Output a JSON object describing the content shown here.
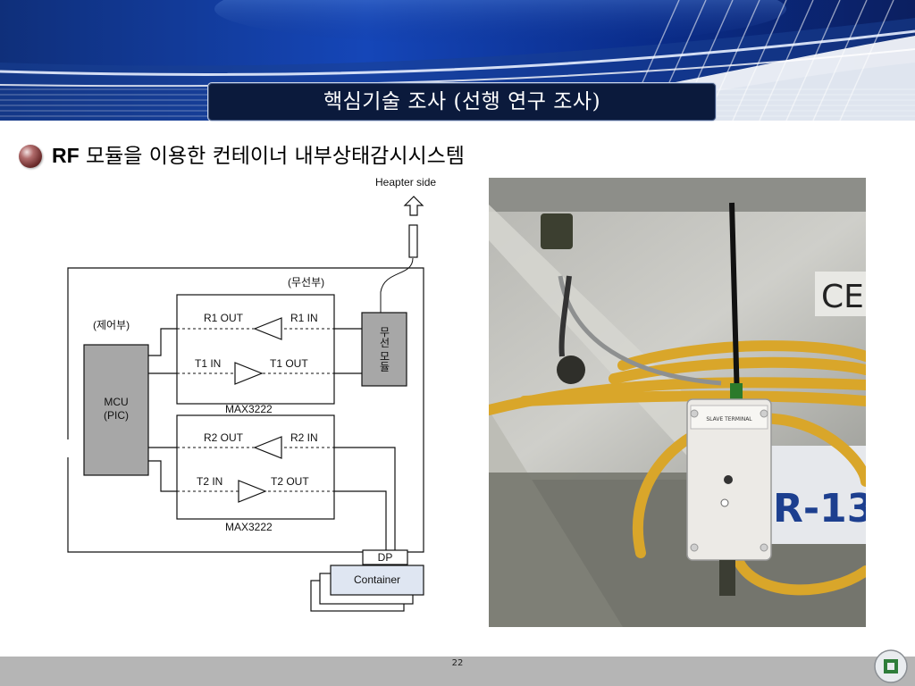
{
  "slide": {
    "title": "핵심기술 조사 (선행 연구 조사)",
    "subtitle_prefix": "RF",
    "subtitle_rest": " 모듈을 이용한 컨테이너 내부상태감시시스템",
    "page_number": "22"
  },
  "diagram": {
    "heapter_side": "Heapter side",
    "wireless_section": "(무선부)",
    "control_section": "(제어부)",
    "mcu_line1": "MCU",
    "mcu_line2": "(PIC)",
    "wireless_module": "무선 모듈",
    "r1_out": "R1 OUT",
    "r1_in": "R1 IN",
    "t1_in": "T1 IN",
    "t1_out": "T1 OUT",
    "max_top": "MAX3222",
    "r2_out": "R2 OUT",
    "r2_in": "R2 IN",
    "t2_in": "T2 IN",
    "t2_out": "T2 OUT",
    "max_bottom": "MAX3222",
    "dp": "DP",
    "container": "Container"
  },
  "photo": {
    "ce_mark": "CE",
    "device_label": "SLAVE TERMINAL",
    "wall_marking": "R-13"
  },
  "colors": {
    "title_bg": "#0b1a3c",
    "header_blue": "#0a2d8c",
    "footer_gray": "#b5b5b5",
    "cable_yellow": "#d9a62a"
  },
  "icons": {
    "bullet": "bullet-sphere-icon",
    "arrow": "up-arrow-icon",
    "logo": "university-logo-icon"
  }
}
